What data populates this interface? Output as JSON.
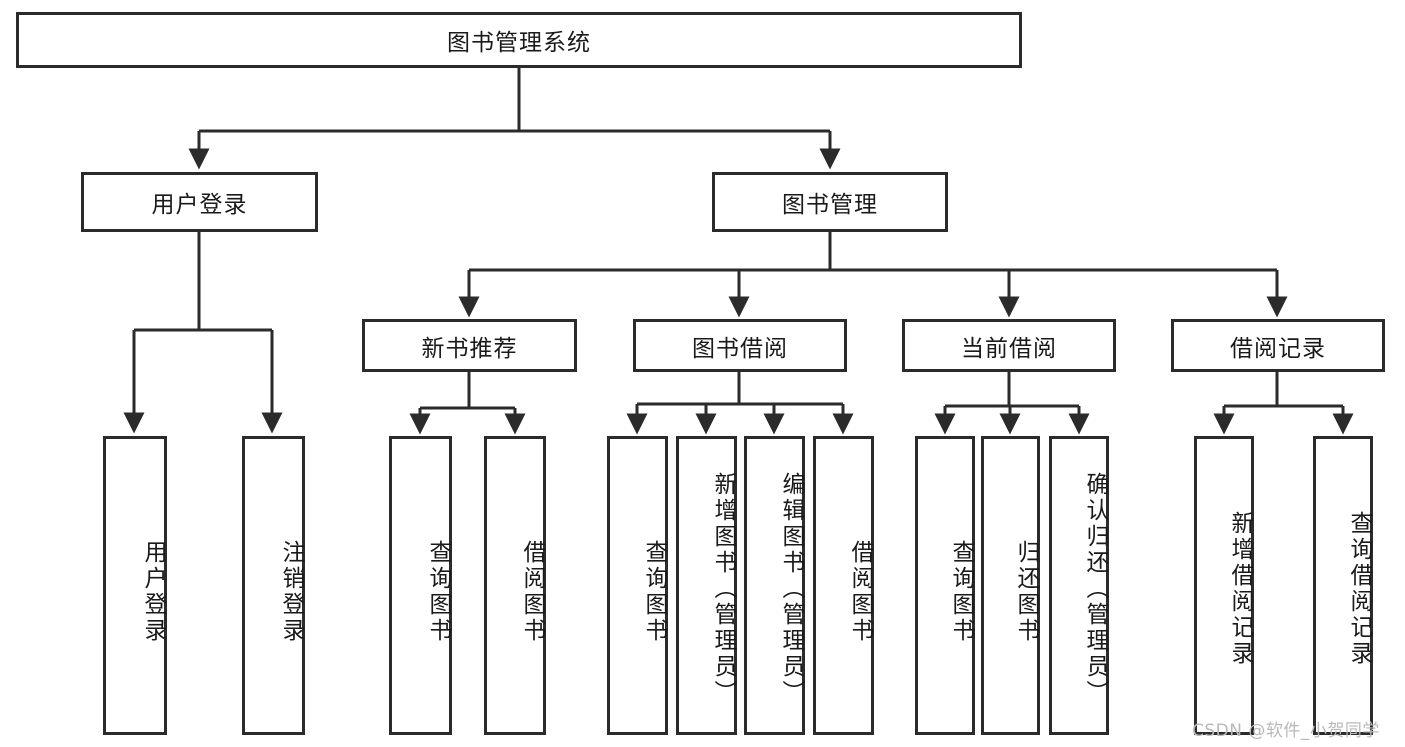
{
  "diagram": {
    "title_node": {
      "label": "图书管理系统"
    },
    "level1": [
      {
        "id": "user-login",
        "label": "用户登录"
      },
      {
        "id": "book-management",
        "label": "图书管理"
      }
    ],
    "level2": [
      {
        "id": "new-book-recommend",
        "label": "新书推荐"
      },
      {
        "id": "book-borrow",
        "label": "图书借阅"
      },
      {
        "id": "current-borrow",
        "label": "当前借阅"
      },
      {
        "id": "borrow-record",
        "label": "借阅记录"
      }
    ],
    "leaves": {
      "user_login": [
        {
          "id": "leaf-user-login",
          "label": "用户登录"
        },
        {
          "id": "leaf-logout-login",
          "label": "注销登录"
        }
      ],
      "new_book_recommend": [
        {
          "id": "leaf-query-book-1",
          "label": "查询图书"
        },
        {
          "id": "leaf-borrow-book-1",
          "label": "借阅图书"
        }
      ],
      "book_borrow": [
        {
          "id": "leaf-query-book-2",
          "label": "查询图书"
        },
        {
          "id": "leaf-add-book-admin",
          "label": "新增图书（管理员）"
        },
        {
          "id": "leaf-edit-book-admin",
          "label": "编辑图书（管理员）"
        },
        {
          "id": "leaf-borrow-book-2",
          "label": "借阅图书"
        }
      ],
      "current_borrow": [
        {
          "id": "leaf-query-book-3",
          "label": "查询图书"
        },
        {
          "id": "leaf-return-book",
          "label": "归还图书"
        },
        {
          "id": "leaf-confirm-return-admin",
          "label": "确认归还（管理员）"
        }
      ],
      "borrow_record": [
        {
          "id": "leaf-add-borrow-record",
          "label": "新增借阅记录"
        },
        {
          "id": "leaf-query-borrow-record",
          "label": "查询借阅记录"
        }
      ]
    },
    "colors": {
      "stroke": "#2b2b2b",
      "background": "#ffffff",
      "text": "#1a1a1a",
      "watermark": "#b9b9b9"
    }
  },
  "watermark": {
    "text": "CSDN @软件_小贺同学"
  }
}
